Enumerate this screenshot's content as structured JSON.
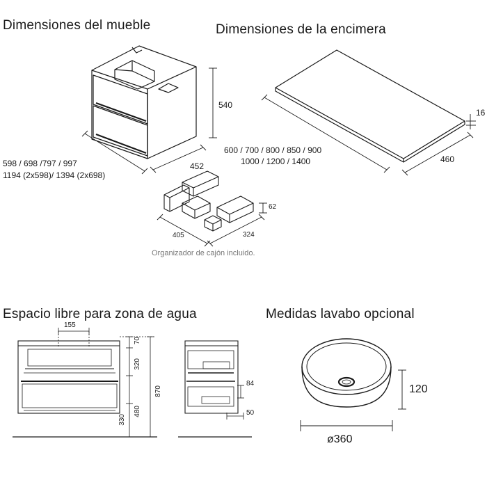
{
  "headings": {
    "furniture": "Dimensiones del mueble",
    "countertop": "Dimensiones de la encimera",
    "water_zone": "Espacio libre para zona de agua",
    "basin": "Medidas lavabo opcional"
  },
  "furniture": {
    "widths_line1": "598 / 698 /797 / 997",
    "widths_line2": "1194 (2x598)/ 1394 (2x698)",
    "height": "540",
    "depth": "452"
  },
  "countertop": {
    "widths_line1": "600 / 700 / 800 / 850 / 900",
    "widths_line2": "1000 / 1200 / 1400",
    "thickness": "16",
    "depth": "460"
  },
  "organizer": {
    "height": "62",
    "length": "405",
    "width": "324",
    "caption": "Organizador de cajón incluido."
  },
  "water_zone": {
    "top_width": "155",
    "gap_top": "70",
    "drawer_upper": "320",
    "total_height": "870",
    "drawer_lower": "480",
    "floor_gap": "330",
    "side_depth": "84",
    "side_offset": "50"
  },
  "basin": {
    "height": "120",
    "diameter": "ø360"
  },
  "colors": {
    "line": "#1a1a1a",
    "light_line": "#666666",
    "caption": "#777777"
  }
}
